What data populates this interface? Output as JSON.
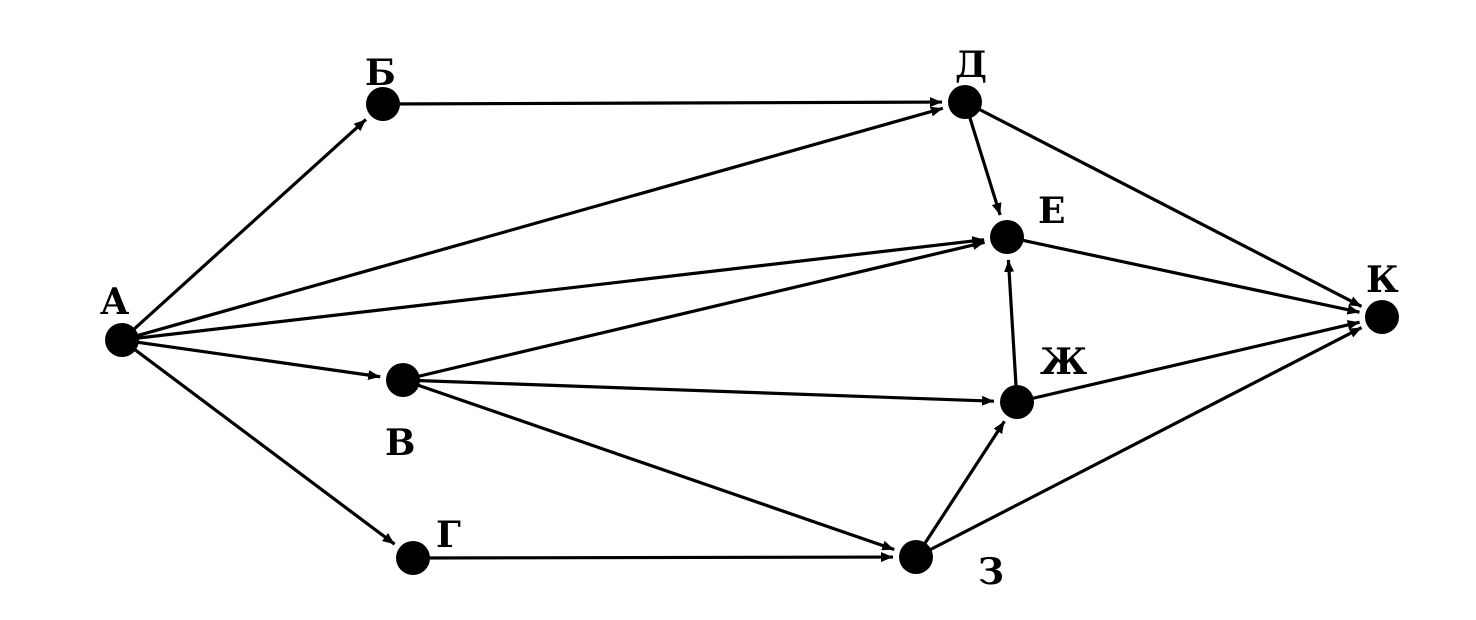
{
  "nodes": [
    {
      "id": "A",
      "label": "А"
    },
    {
      "id": "B",
      "label": "Б"
    },
    {
      "id": "V",
      "label": "В"
    },
    {
      "id": "G",
      "label": "Г"
    },
    {
      "id": "D",
      "label": "Д"
    },
    {
      "id": "E",
      "label": "Е"
    },
    {
      "id": "ZH",
      "label": "Ж"
    },
    {
      "id": "Z",
      "label": "З"
    },
    {
      "id": "K",
      "label": "К"
    }
  ],
  "edges": [
    {
      "from": "A",
      "to": "B"
    },
    {
      "from": "A",
      "to": "D"
    },
    {
      "from": "A",
      "to": "E"
    },
    {
      "from": "A",
      "to": "V"
    },
    {
      "from": "A",
      "to": "G"
    },
    {
      "from": "B",
      "to": "D"
    },
    {
      "from": "V",
      "to": "E"
    },
    {
      "from": "V",
      "to": "ZH"
    },
    {
      "from": "V",
      "to": "Z"
    },
    {
      "from": "G",
      "to": "Z"
    },
    {
      "from": "D",
      "to": "E"
    },
    {
      "from": "D",
      "to": "K"
    },
    {
      "from": "E",
      "to": "K"
    },
    {
      "from": "ZH",
      "to": "E"
    },
    {
      "from": "ZH",
      "to": "K"
    },
    {
      "from": "Z",
      "to": "ZH"
    },
    {
      "from": "Z",
      "to": "K"
    }
  ],
  "colors": {
    "ink": "#000000",
    "background": "#ffffff"
  }
}
